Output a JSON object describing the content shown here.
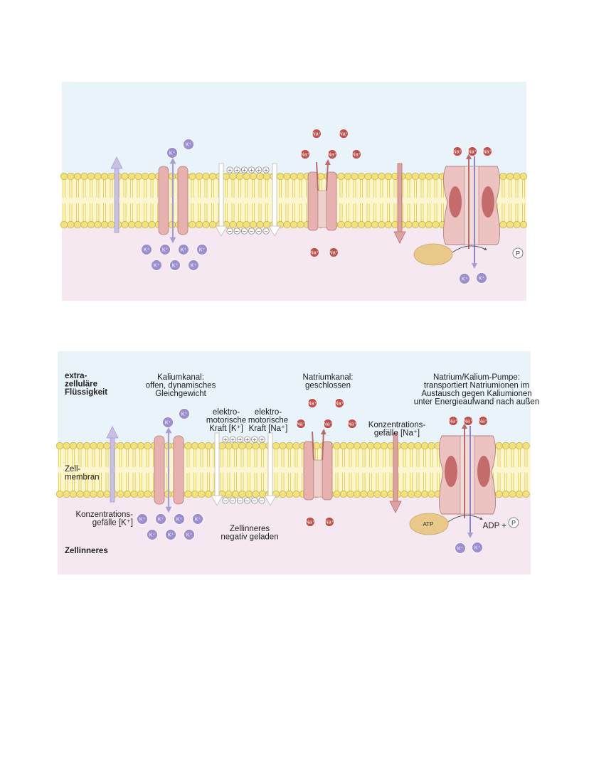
{
  "panels": [
    "unlabeled",
    "labeled"
  ],
  "ions": {
    "potassium": "K⁺",
    "sodium": "Na⁺"
  },
  "molecules": {
    "atp": "ATP",
    "phosphate": "P"
  },
  "charges": {
    "positive": "+",
    "negative": "−"
  },
  "labels": {
    "extracellular": [
      "extra-",
      "zelluläre",
      "Flüssigkeit"
    ],
    "membrane": [
      "Zell-",
      "membran"
    ],
    "intracellular": "Zellinneres",
    "potassium_channel": [
      "Kaliumkanal:",
      "offen, dynamisches",
      "Gleichgewicht"
    ],
    "emf_k": [
      "elektro-",
      "motorische",
      "Kraft [K⁺]"
    ],
    "emf_na": [
      "elektro-",
      "motorische",
      "Kraft [Na⁺]"
    ],
    "sodium_channel": [
      "Natriumkanal:",
      "geschlossen"
    ],
    "na_gradient": [
      "Konzentrations-",
      "gefälle [Na⁺]"
    ],
    "k_gradient": [
      "Konzentrations-",
      "gefälle [K⁺]"
    ],
    "interior_negative": [
      "Zellinneres",
      "negativ geladen"
    ],
    "pump": [
      "Natrium/Kalium-Pumpe:",
      "transportiert Natriumionen im",
      "Austausch gegen Kaliumionen",
      "unter Energieaufwand nach außen"
    ],
    "adp": "ADP +"
  },
  "colors": {
    "extracellular_bg": "#e8f3fa",
    "intracellular_bg": "#f6e8f1",
    "lipid_head": "#f3e27a",
    "lipid_tail": "#e6d653",
    "potassium_ion": "#9c8fcf",
    "sodium_ion": "#c0504c",
    "channel": "#e6b1ae",
    "pump_inner": "#c46c6c",
    "atp": "#e9c98a"
  }
}
